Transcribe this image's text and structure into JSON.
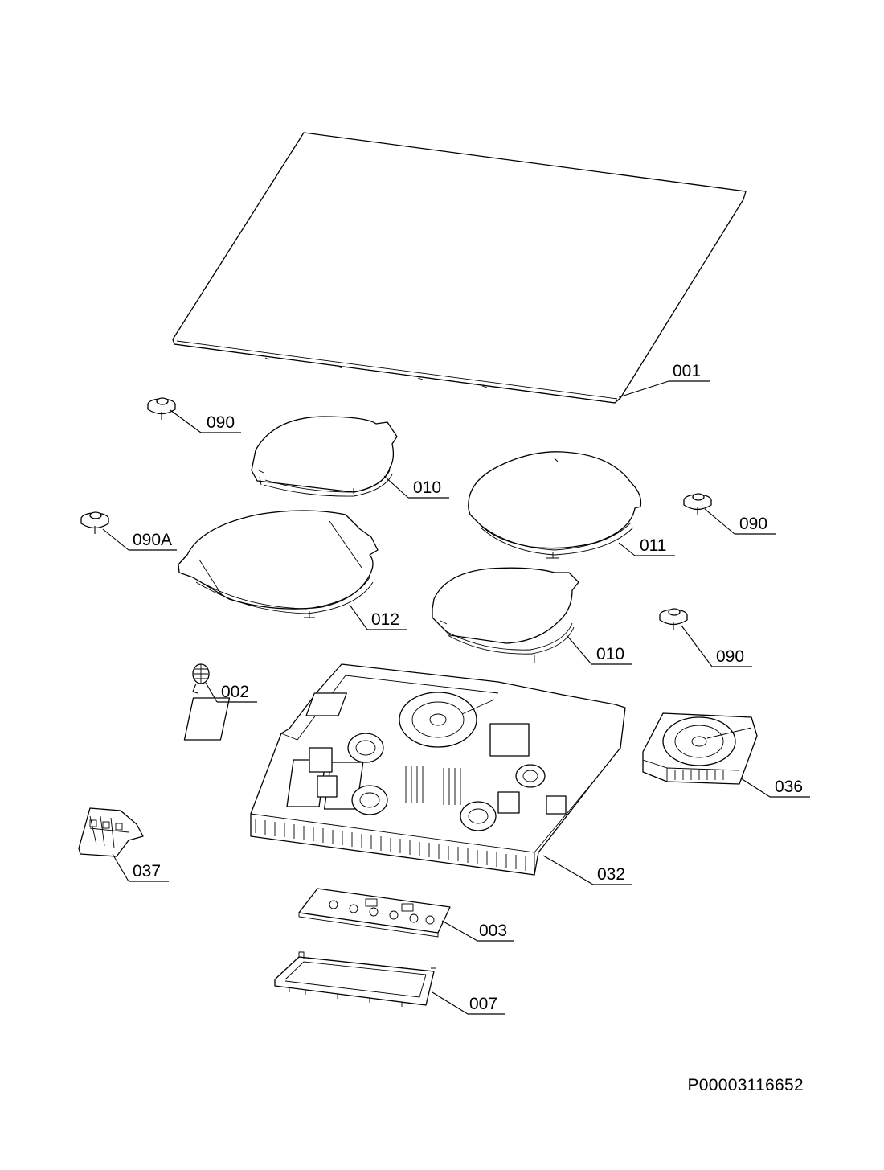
{
  "callouts": {
    "c001": "001",
    "c090_top": "090",
    "c010_top": "010",
    "c011": "011",
    "c090_right": "090",
    "c090a": "090A",
    "c012": "012",
    "c010_mid": "010",
    "c090_mid": "090",
    "c002": "002",
    "c036": "036",
    "c037": "037",
    "c032": "032",
    "c003": "003",
    "c007": "007"
  },
  "document_number": "P00003116652"
}
